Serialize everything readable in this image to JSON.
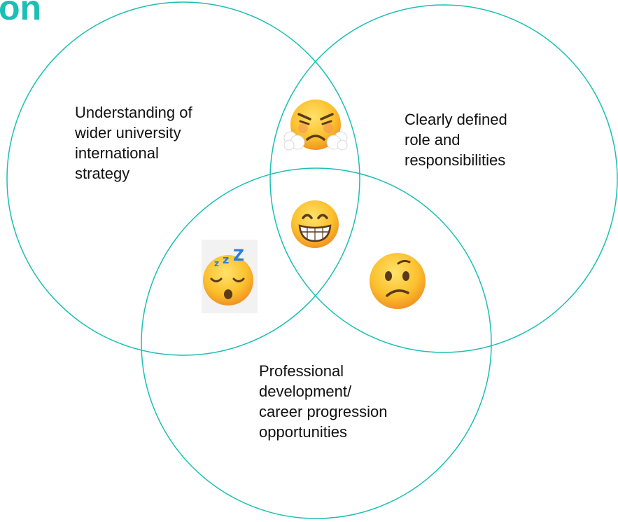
{
  "title_fragment": "on",
  "diagram": {
    "circle_color": "#1bbfb3",
    "circles": [
      {
        "label": "Understanding of\nwider university\ninternational\nstrategy"
      },
      {
        "label": "Clearly defined\nrole and\nresponsibilities"
      },
      {
        "label": "Professional\ndevelopment/\ncareer progression\nopportunities"
      }
    ],
    "emojis": [
      {
        "region": "left-right overlap",
        "icon": "frustrated-face-icon"
      },
      {
        "region": "all-three overlap",
        "icon": "grinning-face-icon"
      },
      {
        "region": "left-bottom overlap",
        "icon": "sleeping-face-icon"
      },
      {
        "region": "right-bottom overlap",
        "icon": "confused-face-icon"
      }
    ]
  }
}
